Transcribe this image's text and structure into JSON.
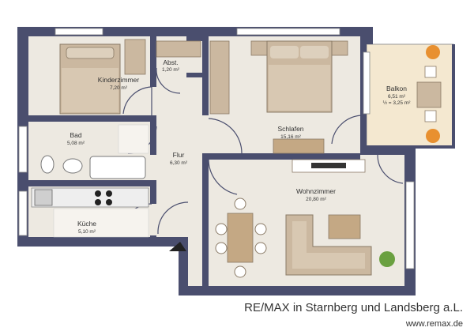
{
  "rooms": {
    "kinderzimmer": {
      "name": "Kinderzimmer",
      "area": "7,20 m²"
    },
    "abst": {
      "name": "Abst.",
      "area": "1,20 m²"
    },
    "schlafen": {
      "name": "Schlafen",
      "area": "15,16 m²"
    },
    "balkon": {
      "name": "Balkon",
      "area": "6,51 m²",
      "area_half": "½ = 3,25 m²"
    },
    "bad": {
      "name": "Bad",
      "area": "5,08 m²"
    },
    "flur": {
      "name": "Flur",
      "area": "6,30 m²"
    },
    "wohnzimmer": {
      "name": "Wohnzimmer",
      "area": "20,80 m²"
    },
    "kueche": {
      "name": "Küche",
      "area": "5,10 m²"
    }
  },
  "footer": {
    "agency": "RE/MAX in Starnberg und Landsberg a.L.",
    "website": "www.remax.de"
  },
  "colors": {
    "wall": "#4a4e6e",
    "floor": "#ede9e1",
    "furniture": "#cbb8a0",
    "balcony": "#f4e8d0"
  }
}
